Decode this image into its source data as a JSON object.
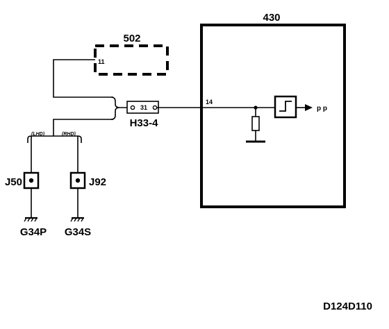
{
  "components": {
    "unit_430": {
      "label": "430",
      "pin_in": "14",
      "output": "p p"
    },
    "unit_502": {
      "label": "502",
      "pin": "11"
    },
    "connector_h33": {
      "label": "H33-4",
      "pin": "31"
    },
    "branch_left": {
      "label": "(LHD)"
    },
    "branch_right": {
      "label": "(RHD)"
    },
    "junction_j50": {
      "label": "J50"
    },
    "junction_j92": {
      "label": "J92"
    },
    "ground_g34p": {
      "label": "G34P"
    },
    "ground_g34s": {
      "label": "G34S"
    }
  },
  "figure_id": "D124D110",
  "colors": {
    "ink": "#000000",
    "background": "#ffffff"
  }
}
